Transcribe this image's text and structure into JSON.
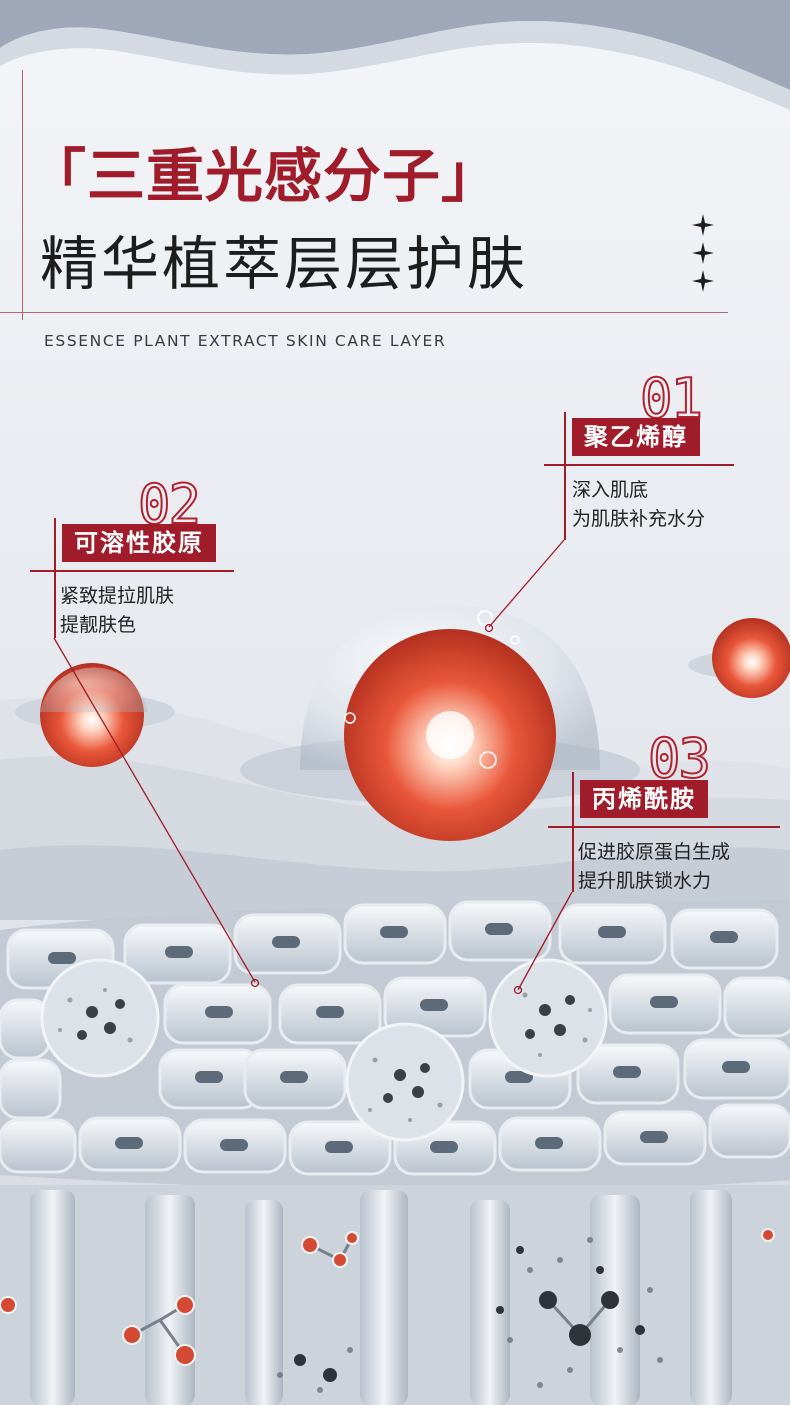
{
  "header": {
    "title_bracket_open": "「",
    "title_main": "三重光感分子",
    "title_bracket_close": "」",
    "title_sub": "精华植萃层层护肤",
    "title_en": "ESSENCE PLANT EXTRACT SKIN CARE LAYER"
  },
  "ingredients": [
    {
      "number": "01",
      "name": "聚乙烯醇",
      "desc_line1": "深入肌底",
      "desc_line2": "为肌肤补充水分"
    },
    {
      "number": "02",
      "name": "可溶性胶原",
      "desc_line1": "紧致提拉肌肤",
      "desc_line2": "提靓肤色"
    },
    {
      "number": "03",
      "name": "丙烯酰胺",
      "desc_line1": "促进胶原蛋白生成",
      "desc_line2": "提升肌肤锁水力"
    }
  ],
  "colors": {
    "accent": "#a01c2a",
    "text": "#1d1d1d",
    "background": "#e6e9ee"
  }
}
